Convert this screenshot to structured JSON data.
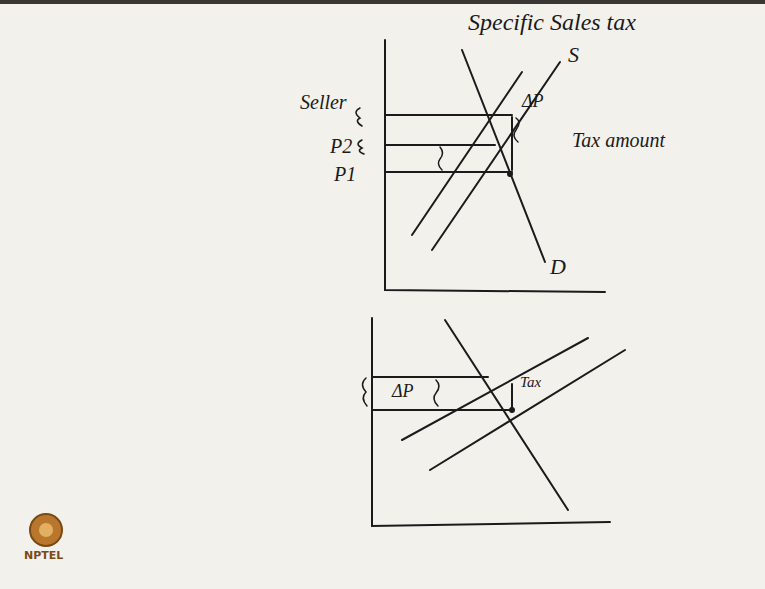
{
  "diagram": {
    "title": "Specific Sales tax",
    "labels": [
      "Seller",
      "P2",
      "P1",
      "ΔP",
      "Tax amount",
      "S",
      "D",
      "ΔP",
      "Tax",
      "NPTEL"
    ]
  }
}
